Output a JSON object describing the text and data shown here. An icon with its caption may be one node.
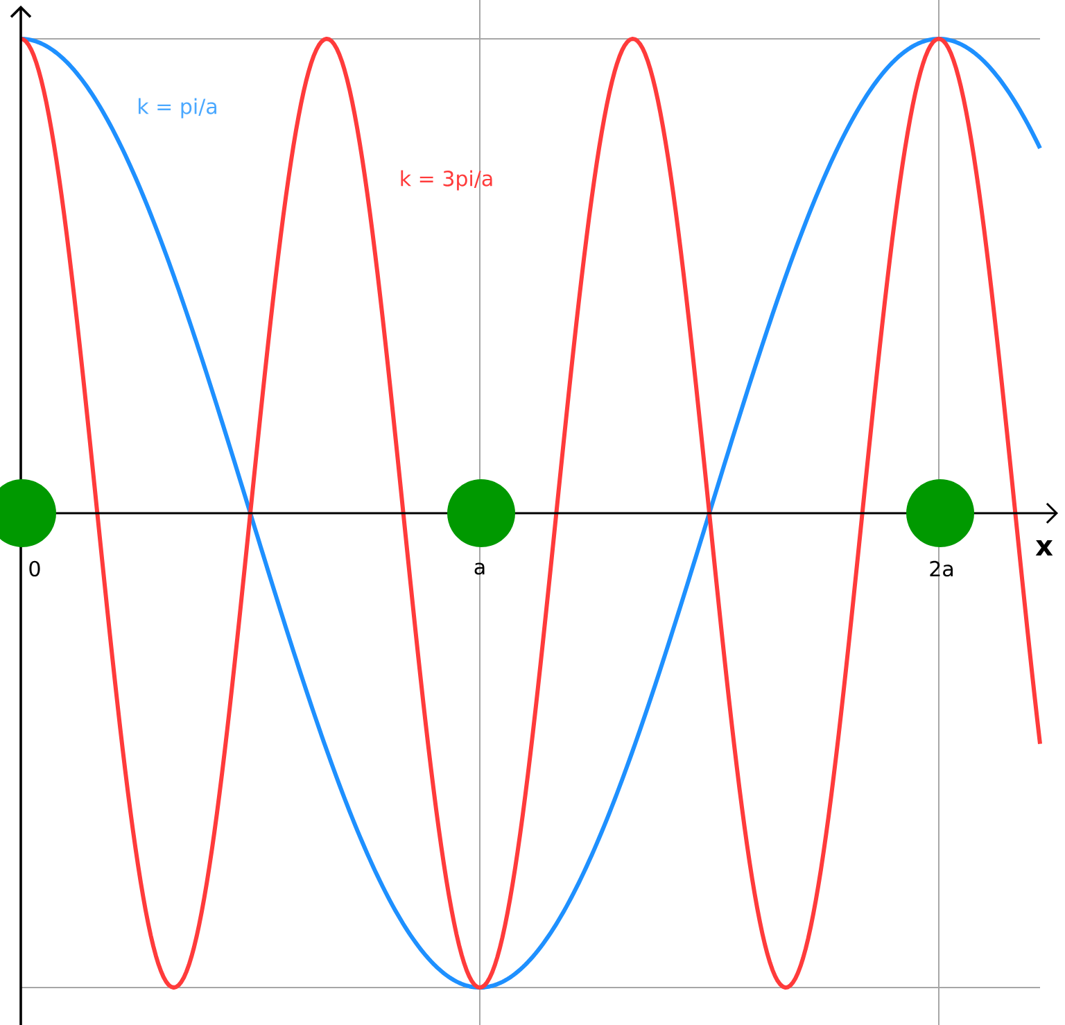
{
  "diagram": {
    "labels": [
      "k = pi/a",
      "k = 3pi/a",
      "0",
      "a",
      "2a",
      "x"
    ]
  }
}
